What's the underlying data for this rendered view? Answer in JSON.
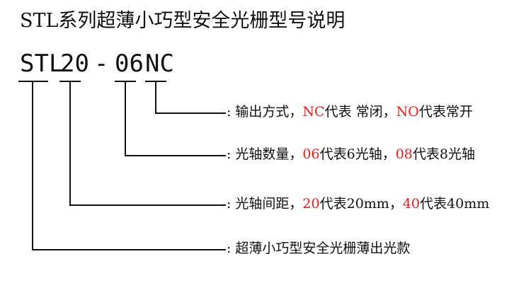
{
  "title": "STL系列超薄小巧型安全光栅型号说明",
  "model_code": {
    "prefix": "STL",
    "spacing": "20",
    "dash": "-",
    "beams": "06",
    "output": "NC"
  },
  "descriptions": {
    "output": {
      "colon": ":",
      "label": "输出方式，",
      "code1": "NC",
      "text1": "代表 常闭，",
      "code2": "NO",
      "text2": "代表常开"
    },
    "beams": {
      "colon": ":",
      "label": "光轴数量，",
      "code1": "06",
      "text1": "代表6光轴，",
      "code2": "08",
      "text2": "代表8光轴"
    },
    "spacing": {
      "colon": ":",
      "label": "光轴间距，",
      "code1": "20",
      "text1": "代表20mm，",
      "code2": "40",
      "text2": "代表40mm"
    },
    "series": {
      "colon": ":",
      "label": "超薄小巧型安全光栅薄出光款"
    }
  },
  "colors": {
    "text": "#111111",
    "highlight": "#e0211b",
    "background": "#ffffff"
  }
}
